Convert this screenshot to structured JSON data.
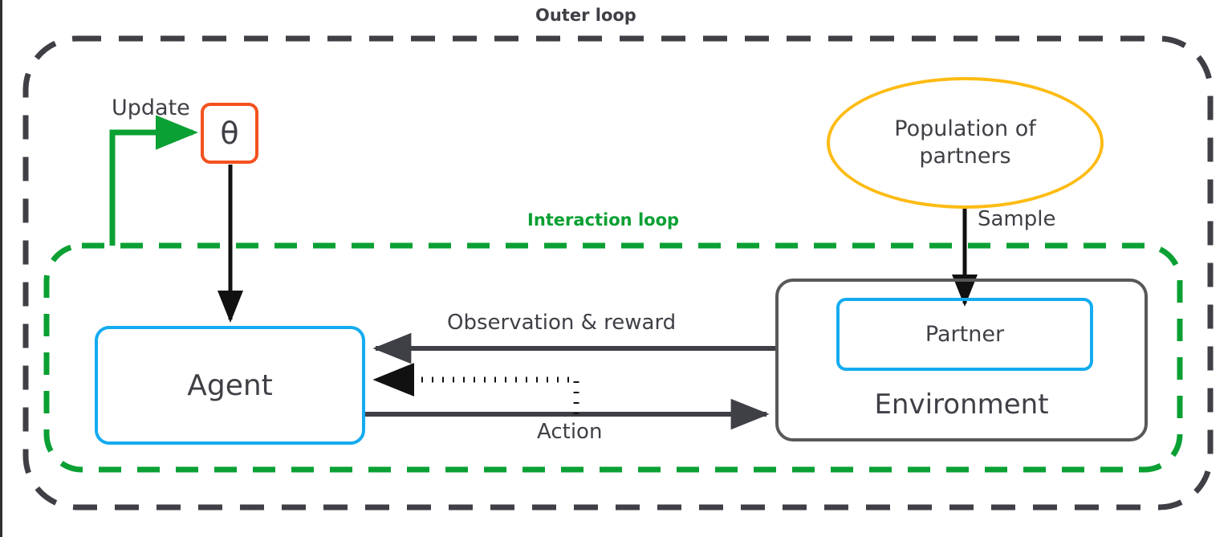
{
  "diagram": {
    "title": "Outer loop",
    "colors": {
      "outer_loop_border": "#3f3f46",
      "interaction_loop_border": "#0aa033",
      "theta_border": "#f4511e",
      "agent_border": "#14abf0",
      "partner_border": "#14abf0",
      "environment_border": "#585858",
      "population_border": "#fdbb13",
      "arrow": "#3f3f46",
      "update_arrow": "#0aa033",
      "text": "#3f3f46",
      "background": "#ffffff"
    },
    "containers": [
      {
        "id": "outer-loop",
        "label": "Outer loop",
        "style": "dashed",
        "color": "#3f3f46"
      },
      {
        "id": "interaction-loop",
        "label": "Interaction loop",
        "style": "dashed",
        "color": "#0aa033"
      }
    ],
    "nodes": [
      {
        "id": "theta",
        "label": "θ",
        "shape": "rounded-rect",
        "color": "#f4511e"
      },
      {
        "id": "agent",
        "label": "Agent",
        "shape": "rounded-rect",
        "color": "#14abf0"
      },
      {
        "id": "environment",
        "label": "Environment",
        "shape": "rounded-rect",
        "color": "#585858"
      },
      {
        "id": "partner",
        "label": "Partner",
        "shape": "rounded-rect",
        "color": "#14abf0"
      },
      {
        "id": "population",
        "label_line1": "Population of",
        "label_line2": "partners",
        "shape": "ellipse",
        "color": "#fdbb13"
      }
    ],
    "edges": [
      {
        "id": "update",
        "label": "Update",
        "from": "agent",
        "to": "theta",
        "style": "solid",
        "color": "#0aa033"
      },
      {
        "id": "theta-to-agent",
        "label": "",
        "from": "theta",
        "to": "agent",
        "style": "solid",
        "color": "#000000"
      },
      {
        "id": "sample",
        "label": "Sample",
        "from": "population",
        "to": "partner",
        "style": "solid",
        "color": "#000000"
      },
      {
        "id": "observation-reward",
        "label": "Observation & reward",
        "from": "environment",
        "to": "agent",
        "style": "solid",
        "color": "#3f3f46"
      },
      {
        "id": "feedback",
        "label": "",
        "from": "action",
        "to": "agent",
        "style": "dotted",
        "color": "#000000"
      },
      {
        "id": "action",
        "label": "Action",
        "from": "agent",
        "to": "environment",
        "style": "solid",
        "color": "#3f3f46"
      }
    ]
  }
}
